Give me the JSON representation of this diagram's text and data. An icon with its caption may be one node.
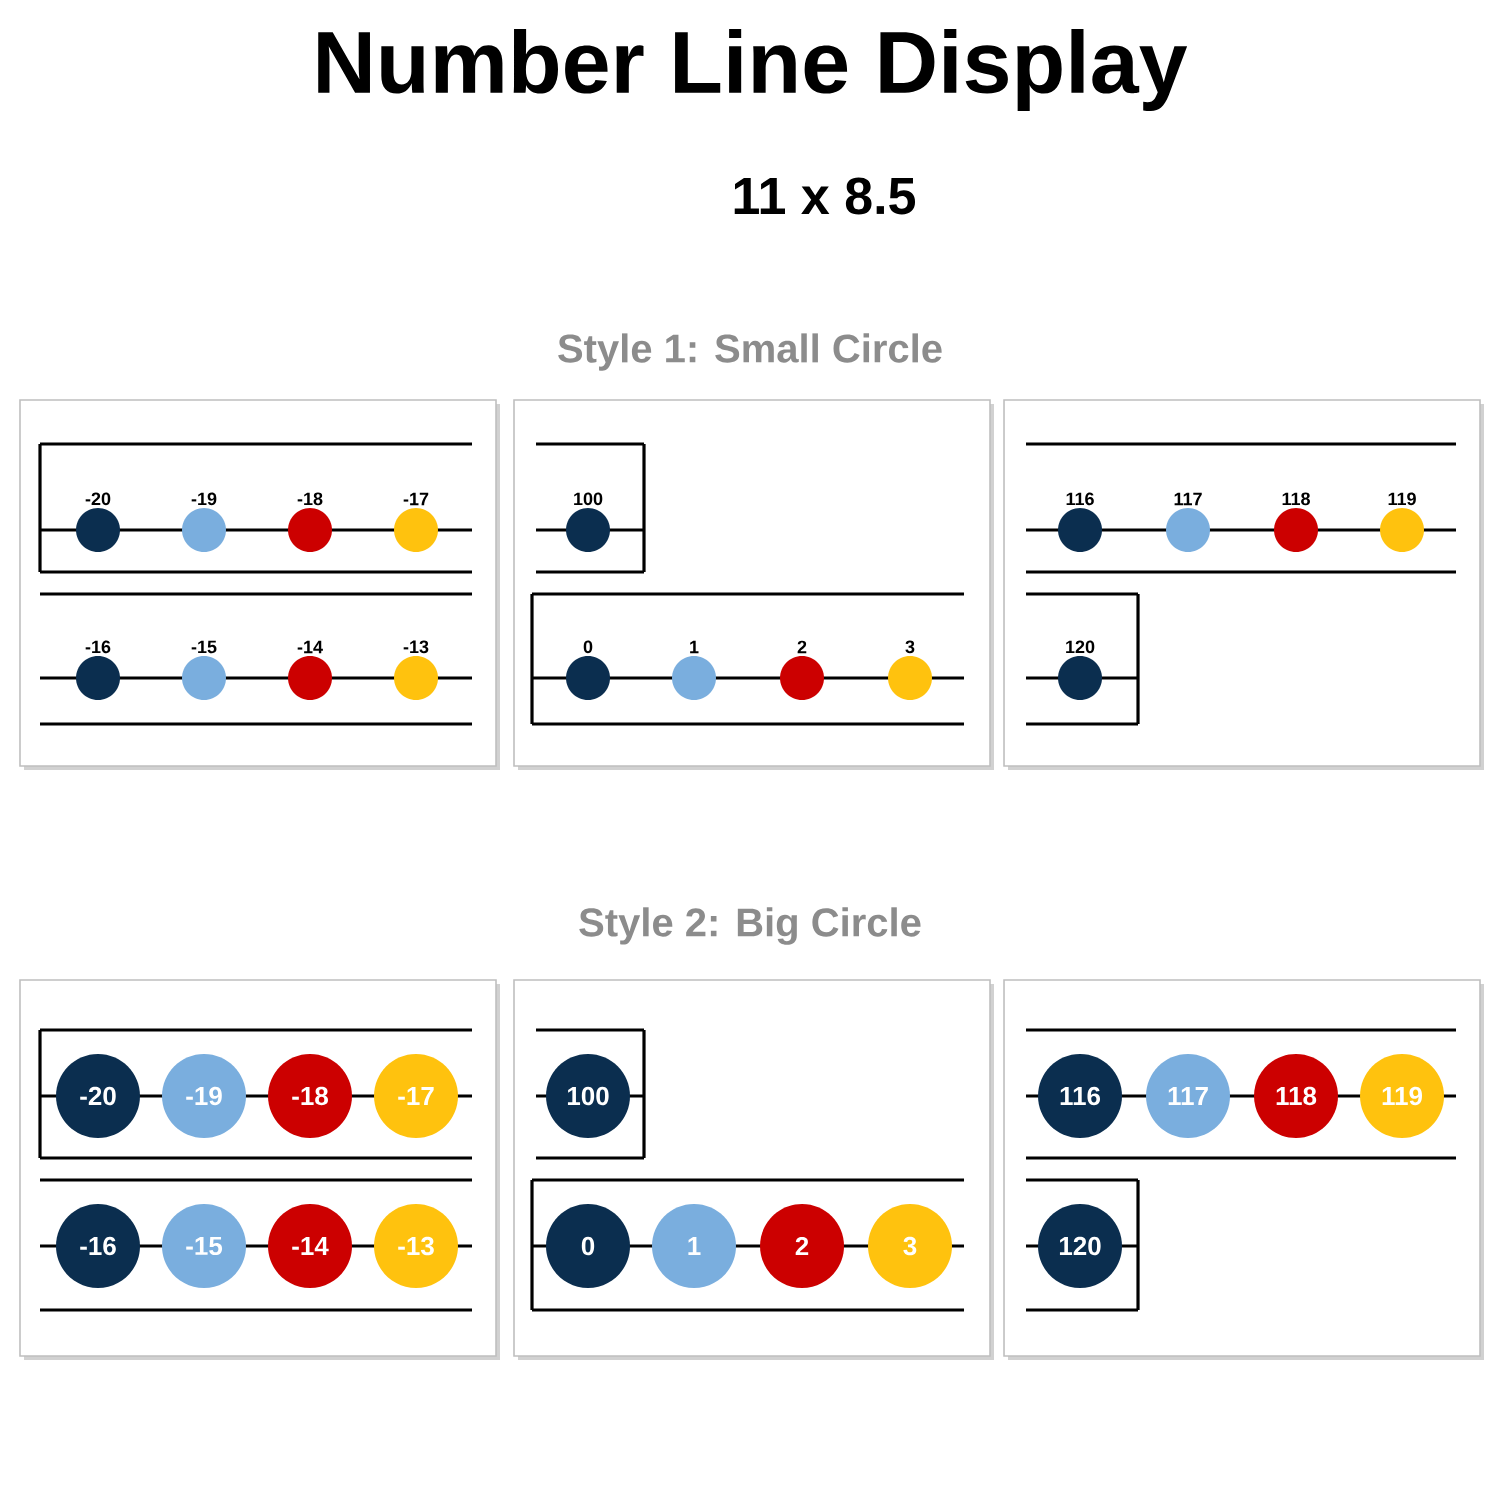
{
  "diagram": {
    "title": "Number Line Display",
    "nodes": [
      {
        "text": [
          "-20"
        ]
      },
      {
        "text": [
          "-19"
        ]
      },
      {
        "text": [
          "-18"
        ]
      },
      {
        "text": [
          "-17"
        ]
      },
      {
        "text": [
          "-16"
        ]
      },
      {
        "text": [
          "-15"
        ]
      },
      {
        "text": [
          "-14"
        ]
      },
      {
        "text": [
          "-13"
        ]
      },
      {
        "text": [
          "100"
        ]
      },
      {
        "text": [
          "0"
        ]
      },
      {
        "text": [
          "1"
        ]
      },
      {
        "text": [
          "2"
        ]
      },
      {
        "text": [
          "3"
        ]
      },
      {
        "text": [
          "116"
        ]
      },
      {
        "text": [
          "117"
        ]
      },
      {
        "text": [
          "118"
        ]
      },
      {
        "text": [
          "119"
        ]
      },
      {
        "text": [
          "120"
        ]
      },
      {
        "text": [
          "-20"
        ]
      },
      {
        "text": [
          "-19"
        ]
      },
      {
        "text": [
          "-18"
        ]
      },
      {
        "text": [
          "-17"
        ]
      },
      {
        "text": [
          "-16"
        ]
      },
      {
        "text": [
          "-15"
        ]
      },
      {
        "text": [
          "-14"
        ]
      },
      {
        "text": [
          "-13"
        ]
      },
      {
        "text": [
          "100"
        ]
      },
      {
        "text": [
          "0"
        ]
      },
      {
        "text": [
          "1"
        ]
      },
      {
        "text": [
          "2"
        ]
      },
      {
        "text": [
          "3"
        ]
      },
      {
        "text": [
          "116"
        ]
      },
      {
        "text": [
          "117"
        ]
      },
      {
        "text": [
          "118"
        ]
      },
      {
        "text": [
          "119"
        ]
      },
      {
        "text": [
          "120"
        ]
      }
    ],
    "labels": [
      "11 x 8.5",
      "Style 1: Small Circle",
      "Style 2: Big Circle"
    ]
  }
}
